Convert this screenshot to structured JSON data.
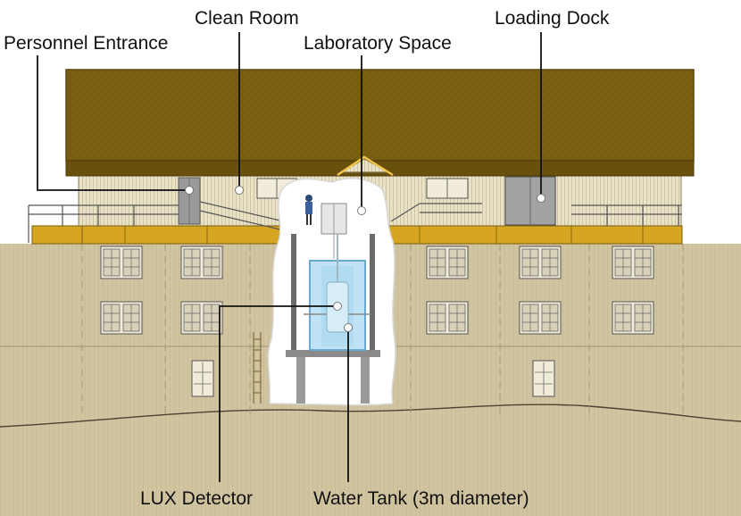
{
  "labels": {
    "personnel_entrance": "Personnel Entrance",
    "clean_room": "Clean Room",
    "laboratory_space": "Laboratory Space",
    "loading_dock": "Loading Dock",
    "lux_detector": "LUX Detector",
    "water_tank": "Water Tank (3m diameter)"
  },
  "colors": {
    "roof": "#7a5e12",
    "roof_edge": "#5e4708",
    "floor_band": "#d6a521",
    "wall": "#e9e2c6",
    "rock": "#d1c4a1",
    "cavern": "#ffffff",
    "water": "#bfe3f5",
    "line": "#111111"
  }
}
